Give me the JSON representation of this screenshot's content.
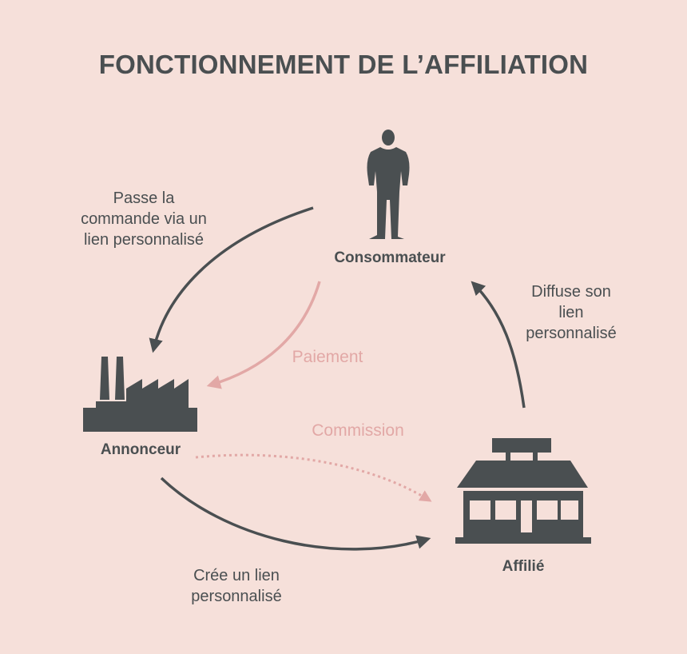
{
  "title": "FONCTIONNEMENT DE L’AFFILIATION",
  "colors": {
    "background": "#f6e0da",
    "dark": "#4a4f51",
    "pink": "#e2a8a6"
  },
  "nodes": {
    "consumer": {
      "label": "Consommateur",
      "icon": "person-icon"
    },
    "advertiser": {
      "label": "Annonceur",
      "icon": "factory-icon"
    },
    "affiliate": {
      "label": "Affilié",
      "icon": "storefront-icon"
    }
  },
  "edges": {
    "order": {
      "lines": [
        "Passe la",
        "commande via un",
        "lien personnalisé"
      ]
    },
    "payment": {
      "label": "Paiement"
    },
    "commission": {
      "label": "Commission"
    },
    "create_link": {
      "lines": [
        "Crée un lien",
        "personnalisé"
      ]
    },
    "share_link": {
      "lines": [
        "Diffuse son",
        "lien",
        "personnalisé"
      ]
    }
  }
}
